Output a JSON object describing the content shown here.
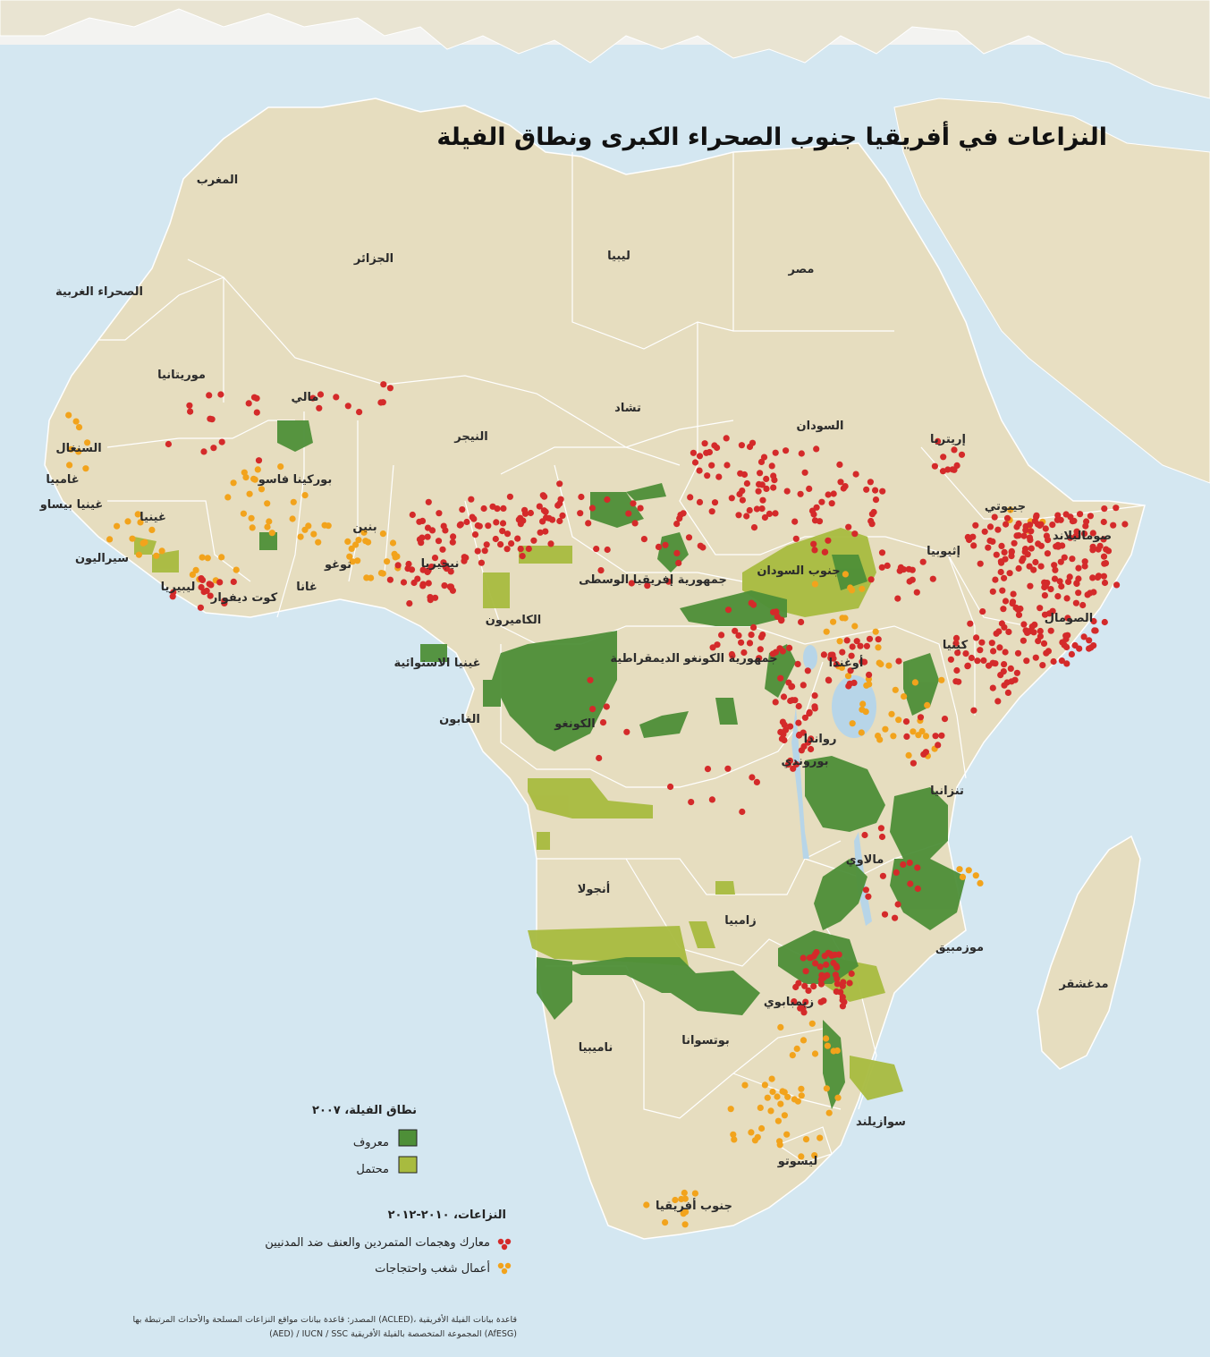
{
  "title": "النزاعات في أفريقيا جنوب الصحراء الكبرى ونطاق الفيلة",
  "colors": {
    "sea": "#d4e7f1",
    "land": "#e8dfc2",
    "land_north": "#eae3ca",
    "border": "#ffffff",
    "range_known": "#4e8f38",
    "range_possible": "#a8bb3f",
    "conflict_battle": "#d42a2a",
    "conflict_riot": "#f2a31c"
  },
  "countries": [
    {
      "name": "المغرب"
    },
    {
      "name": "الجزائر"
    },
    {
      "name": "ليبيا"
    },
    {
      "name": "مصر"
    },
    {
      "name": "الصحراء الغربية"
    },
    {
      "name": "موريتانيا"
    },
    {
      "name": "مالي"
    },
    {
      "name": "النيجر"
    },
    {
      "name": "تشاد"
    },
    {
      "name": "السودان"
    },
    {
      "name": "إريتريا"
    },
    {
      "name": "جيبوتي"
    },
    {
      "name": "صوماليلاند"
    },
    {
      "name": "إثيوبيا"
    },
    {
      "name": "الصومال"
    },
    {
      "name": "السنغال"
    },
    {
      "name": "غامبيا"
    },
    {
      "name": "غينيا بيساو"
    },
    {
      "name": "غينيا"
    },
    {
      "name": "سيراليون"
    },
    {
      "name": "ليبيريا"
    },
    {
      "name": "كوت ديفوار"
    },
    {
      "name": "غانا"
    },
    {
      "name": "توغو"
    },
    {
      "name": "بنين"
    },
    {
      "name": "بوركينا فاسو"
    },
    {
      "name": "نيجيريا"
    },
    {
      "name": "الكاميرون"
    },
    {
      "name": "جمهورية إفريقيا الوسطى"
    },
    {
      "name": "جنوب السودان"
    },
    {
      "name": "غينيا الاستوائية"
    },
    {
      "name": "الغابون"
    },
    {
      "name": "الكونغو"
    },
    {
      "name": "جمهورية الكونغو الديمقراطية"
    },
    {
      "name": "أوغندا"
    },
    {
      "name": "كينيا"
    },
    {
      "name": "رواندا"
    },
    {
      "name": "بوروندي"
    },
    {
      "name": "تنزانيا"
    },
    {
      "name": "مالاوي"
    },
    {
      "name": "أنجولا"
    },
    {
      "name": "زامبيا"
    },
    {
      "name": "موزمبيق"
    },
    {
      "name": "مدغشقر"
    },
    {
      "name": "زيمبابوي"
    },
    {
      "name": "ناميبيا"
    },
    {
      "name": "بوتسوانا"
    },
    {
      "name": "سوازيلند"
    },
    {
      "name": "ليسوتو"
    },
    {
      "name": "جنوب أفريقيا"
    }
  ],
  "legend": {
    "range_title": "نطاق الفيلة، ٢٠٠٧",
    "known": "معروف",
    "possible": "محتمل",
    "conflict_title": "النزاعات، ٢٠١٠-٢٠١٢",
    "battles": "معارك وهجمات المتمردين والعنف ضد المدنيين",
    "riots": "أعمال شغب واحتجاجات"
  },
  "source": {
    "line1": "المصدر: قاعدة بيانات مواقع النزاعات المسلحة والأحداث المرتبطة بها (ACLED)، قاعدة بيانات الفيلة الأفريقية",
    "line2": "(AED) / IUCN / SSC المجموعة المتخصصة بالفيلة الأفريقية (AfESG)"
  }
}
